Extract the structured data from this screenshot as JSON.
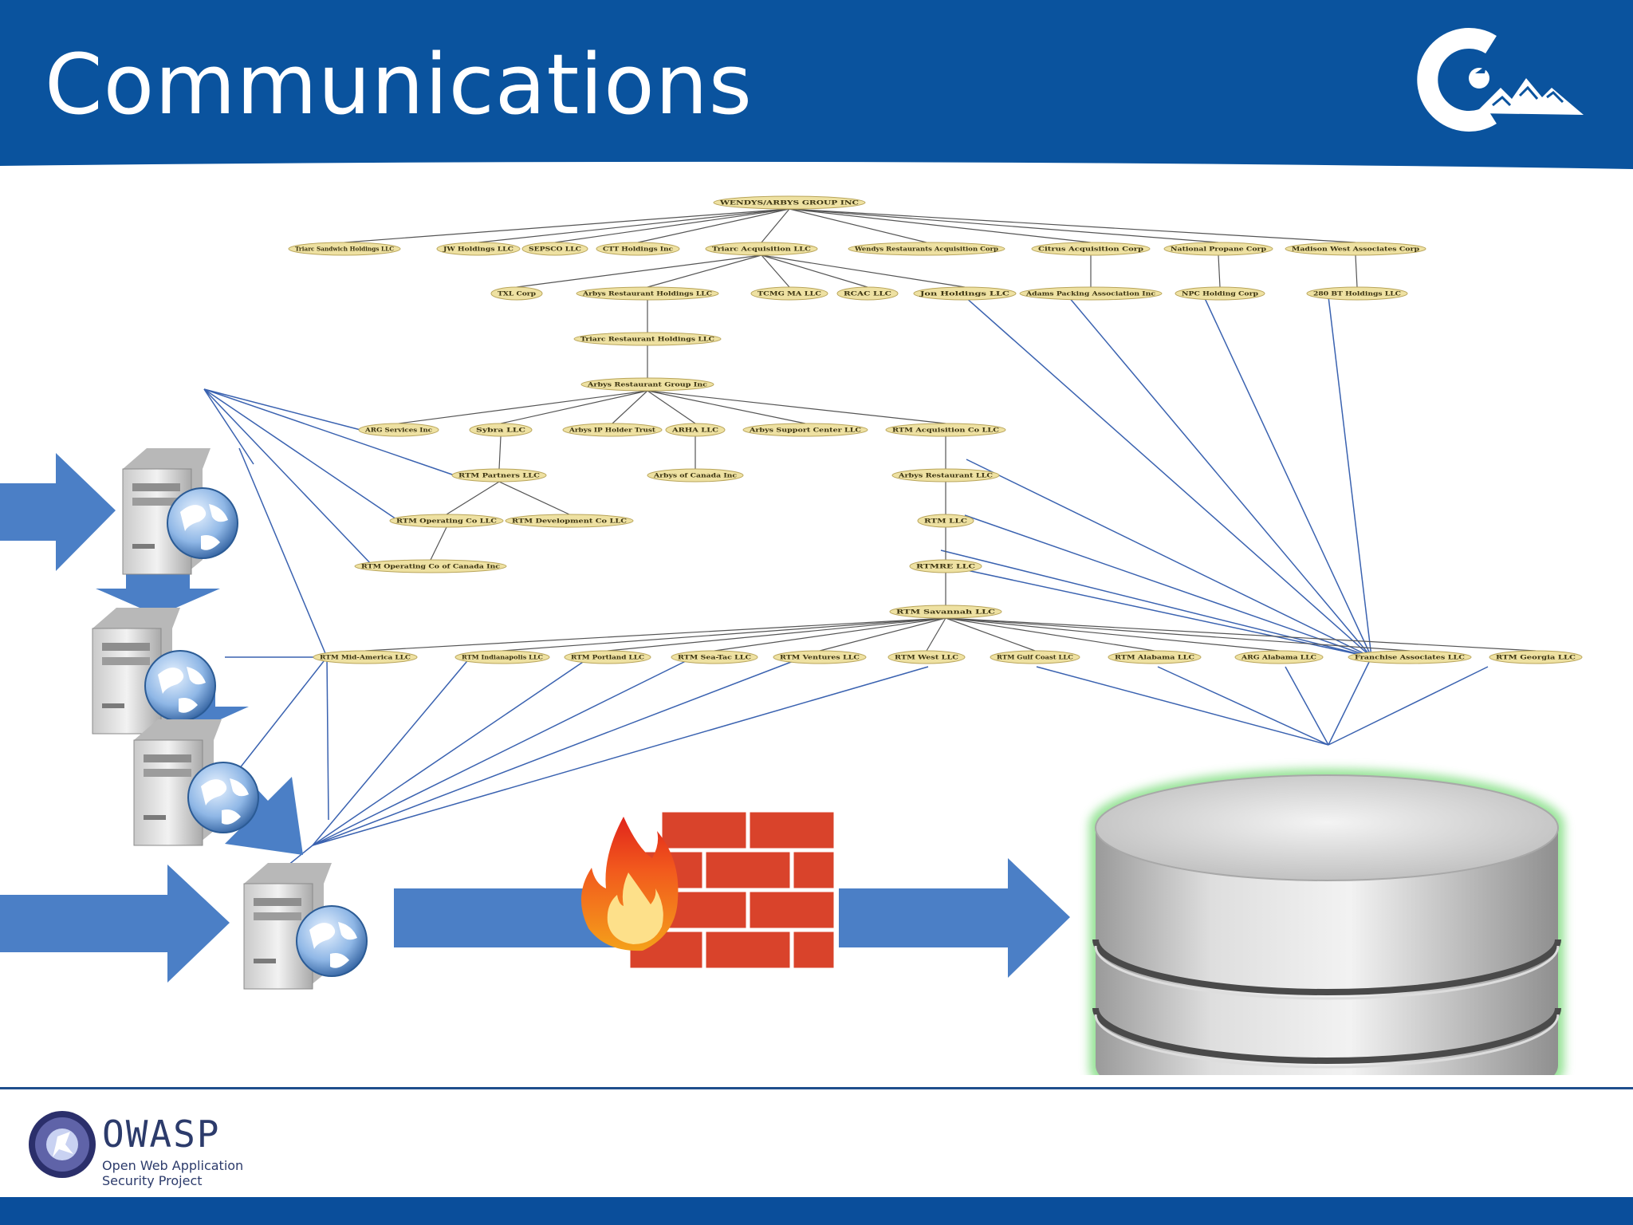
{
  "slide": {
    "title": "Communications",
    "colors": {
      "header": "#0a539e",
      "footer_bar": "#0a4e9b",
      "node_fill": "#eee1a2",
      "line": "#3a62b0",
      "arrow": "#4b7fc6"
    }
  },
  "org_chart": {
    "nodes": [
      {
        "id": "root",
        "label": "WENDYS/ARBYS GROUP INC"
      },
      {
        "id": "a1",
        "label": "Triarc Sandwich Holdings LLC"
      },
      {
        "id": "a2",
        "label": "JW Holdings LLC"
      },
      {
        "id": "a3",
        "label": "SEPSCO LLC"
      },
      {
        "id": "a4",
        "label": "CTT Holdings Inc"
      },
      {
        "id": "a5",
        "label": "Triarc Acquisition LLC"
      },
      {
        "id": "a6",
        "label": "Wendys Restaurants Acquisition Corp"
      },
      {
        "id": "a7",
        "label": "Citrus Acquisition Corp"
      },
      {
        "id": "a8",
        "label": "National Propane Corp"
      },
      {
        "id": "a9",
        "label": "Madison West Associates Corp"
      },
      {
        "id": "b1",
        "label": "TXL Corp"
      },
      {
        "id": "b2",
        "label": "Arbys Restaurant Holdings LLC"
      },
      {
        "id": "b3",
        "label": "TCMG MA LLC"
      },
      {
        "id": "b4",
        "label": "RCAC LLC"
      },
      {
        "id": "b5",
        "label": "Jon Holdings LLC"
      },
      {
        "id": "b6",
        "label": "Adams Packing Association Inc"
      },
      {
        "id": "b7",
        "label": "NPC Holding Corp"
      },
      {
        "id": "b8",
        "label": "280 BT Holdings LLC"
      },
      {
        "id": "c1",
        "label": "Triarc Restaurant Holdings LLC"
      },
      {
        "id": "d1",
        "label": "Arbys Restaurant Group Inc"
      },
      {
        "id": "e1",
        "label": "ARG Services Inc"
      },
      {
        "id": "e2",
        "label": "Sybra LLC"
      },
      {
        "id": "e3",
        "label": "Arbys IP Holder Trust"
      },
      {
        "id": "e4",
        "label": "ARHA LLC"
      },
      {
        "id": "e5",
        "label": "Arbys Support Center LLC"
      },
      {
        "id": "e6",
        "label": "RTM Acquisition Co LLC"
      },
      {
        "id": "f1",
        "label": "RTM Partners LLC"
      },
      {
        "id": "f2",
        "label": "Arbys of Canada Inc"
      },
      {
        "id": "f3",
        "label": "Arbys Restaurant LLC"
      },
      {
        "id": "g1",
        "label": "RTM Operating Co LLC"
      },
      {
        "id": "g2",
        "label": "RTM Development Co LLC"
      },
      {
        "id": "g3",
        "label": "RTM LLC"
      },
      {
        "id": "h1",
        "label": "RTM Operating Co of Canada Inc"
      },
      {
        "id": "h2",
        "label": "RTMRE LLC"
      },
      {
        "id": "i1",
        "label": "RTM Savannah LLC"
      },
      {
        "id": "j1",
        "label": "RTM Mid-America LLC"
      },
      {
        "id": "j2",
        "label": "RTM Indianapolis LLC"
      },
      {
        "id": "j3",
        "label": "RTM Portland LLC"
      },
      {
        "id": "j4",
        "label": "RTM Sea-Tac LLC"
      },
      {
        "id": "j5",
        "label": "RTM Ventures LLC"
      },
      {
        "id": "j6",
        "label": "RTM West LLC"
      },
      {
        "id": "j7",
        "label": "RTM Gulf Coast LLC"
      },
      {
        "id": "j8",
        "label": "RTM Alabama LLC"
      },
      {
        "id": "j9",
        "label": "ARG Alabama LLC"
      },
      {
        "id": "j10",
        "label": "Franchise Associates LLC"
      },
      {
        "id": "j11",
        "label": "RTM Georgia LLC"
      }
    ]
  },
  "network": {
    "servers": [
      {
        "id": "server-1",
        "icon": "web-server-icon"
      },
      {
        "id": "server-2",
        "icon": "web-server-icon"
      },
      {
        "id": "server-3",
        "icon": "web-server-icon"
      },
      {
        "id": "server-4",
        "icon": "web-server-icon"
      }
    ],
    "firewall": {
      "icon": "firewall-icon"
    },
    "database": {
      "icon": "database-icon"
    }
  },
  "branding": {
    "header_logo_icon": "mountain-logo-icon",
    "owasp_logo_icon": "owasp-logo-icon",
    "owasp_name": "OWASP",
    "owasp_tagline_1": "Open Web Application",
    "owasp_tagline_2": "Security Project"
  }
}
